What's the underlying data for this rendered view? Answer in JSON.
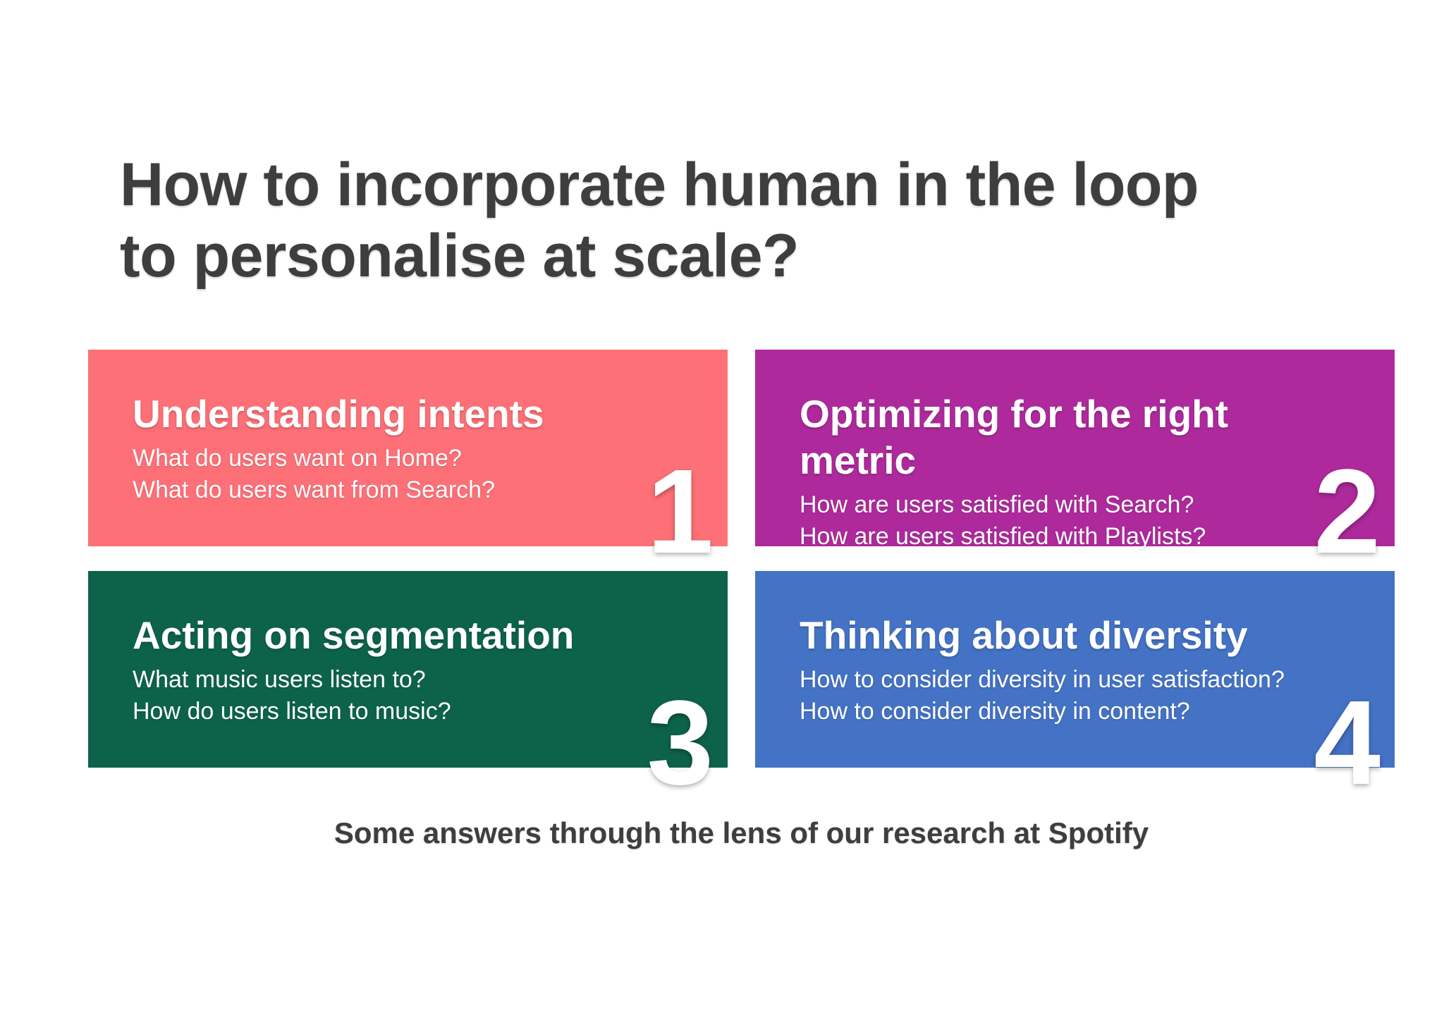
{
  "page": {
    "background_color": "#ffffff",
    "text_color": "#3e3e3e"
  },
  "title": {
    "text": "How to incorporate human in the loop\nto personalise at scale?"
  },
  "cards": [
    {
      "number": "1",
      "color": "#FD7077",
      "heading": "Understanding intents",
      "lines": [
        "What do users want on Home?",
        "What do users want from Search?"
      ]
    },
    {
      "number": "2",
      "color": "#AE2A9C",
      "heading": "Optimizing for the right metric",
      "lines": [
        "How are users satisfied with Search?",
        "How are users satisfied with Playlists?"
      ]
    },
    {
      "number": "3",
      "color": "#0D6349",
      "heading": "Acting on segmentation",
      "lines": [
        "What music users listen to?",
        "How do users listen to music?"
      ]
    },
    {
      "number": "4",
      "color": "#4472C4",
      "heading": "Thinking about diversity",
      "lines": [
        "How to consider diversity in user satisfaction?",
        "How to consider diversity in content?"
      ]
    }
  ],
  "footer": {
    "text": "Some answers through the lens of our research at Spotify"
  }
}
